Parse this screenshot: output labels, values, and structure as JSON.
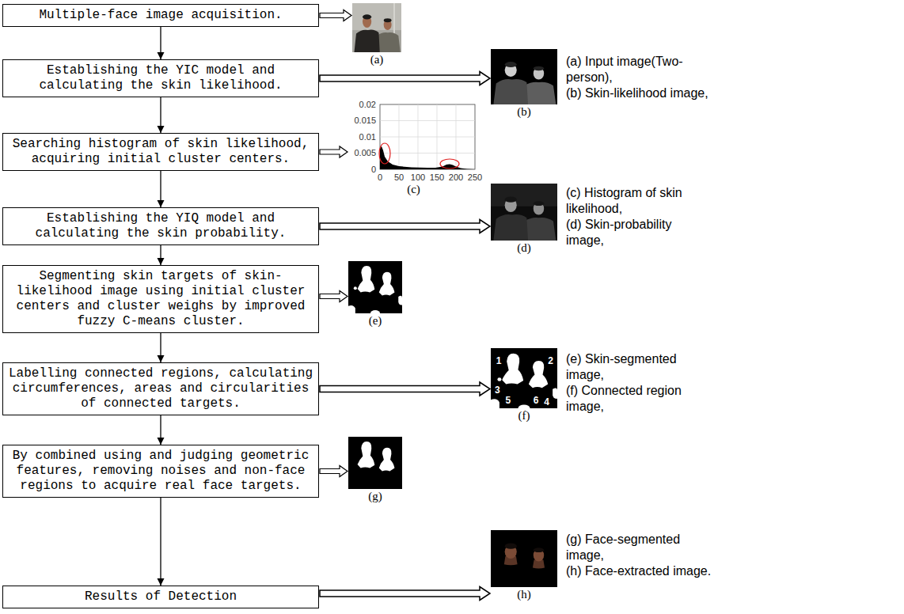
{
  "diagram": {
    "nodes": [
      {
        "text": [
          "Multiple-face image acquisition."
        ]
      },
      {
        "text": [
          "(a)"
        ]
      },
      {
        "text": [
          "Establishing the YIC model and calculating the skin likelihood."
        ]
      },
      {
        "text": [
          "(b)"
        ]
      },
      {
        "text": [
          "Searching histogram of skin likelihood, acquiring initial cluster centers."
        ]
      },
      {
        "text": [
          "(c)"
        ]
      },
      {
        "text": [
          "Establishing the YIQ model and calculating the skin probability."
        ]
      },
      {
        "text": [
          "(d)"
        ]
      },
      {
        "text": [
          "Segmenting skin targets of skin-likelihood image using initial cluster centers and cluster weighs by improved fuzzy C-means cluster."
        ]
      },
      {
        "text": [
          "(e)"
        ]
      },
      {
        "text": [
          "Labelling connected regions, calculating circumferences, areas and circularities of connected targets."
        ]
      },
      {
        "text": [
          "(f)"
        ]
      },
      {
        "text": [
          "By combined using and judging geometric features, removing noises and non-face regions to acquire real face targets."
        ]
      },
      {
        "text": [
          "(g)"
        ]
      },
      {
        "text": [
          "Results of Detection"
        ]
      },
      {
        "text": [
          "(h)"
        ]
      }
    ],
    "edges": [
      {
        "from": 0,
        "to": 2,
        "arrow": "to"
      },
      {
        "from": 2,
        "to": 4,
        "arrow": "to"
      },
      {
        "from": 4,
        "to": 6,
        "arrow": "to"
      },
      {
        "from": 6,
        "to": 8,
        "arrow": "to"
      },
      {
        "from": 8,
        "to": 10,
        "arrow": "to"
      },
      {
        "from": 10,
        "to": 12,
        "arrow": "to"
      },
      {
        "from": 12,
        "to": 14,
        "arrow": "to"
      },
      {
        "from": 0,
        "to": 1,
        "arrow": "to"
      },
      {
        "from": 2,
        "to": 3,
        "arrow": "to"
      },
      {
        "from": 4,
        "to": 5,
        "arrow": "to"
      },
      {
        "from": 6,
        "to": 7,
        "arrow": "to"
      },
      {
        "from": 8,
        "to": 9,
        "arrow": "to"
      },
      {
        "from": 10,
        "to": 11,
        "arrow": "to"
      },
      {
        "from": 12,
        "to": 13,
        "arrow": "to"
      },
      {
        "from": 14,
        "to": 15,
        "arrow": "to"
      }
    ],
    "labels": [
      "(a) Input image(Two-person),",
      "(b) Skin-likelihood image,",
      "(c) Histogram of skin likelihood,",
      "(d) Skin-probability image,",
      "(e) Skin-segmented image,",
      "(f) Connected region image,",
      "(g) Face-segmented image,",
      "(h) Face-extracted image.",
      "0.02",
      "0.015",
      "0.01",
      "0.005",
      "0",
      "0",
      "50",
      "100",
      "150",
      "200",
      "250",
      "1",
      "2",
      "3",
      "4",
      "5",
      "6"
    ]
  }
}
